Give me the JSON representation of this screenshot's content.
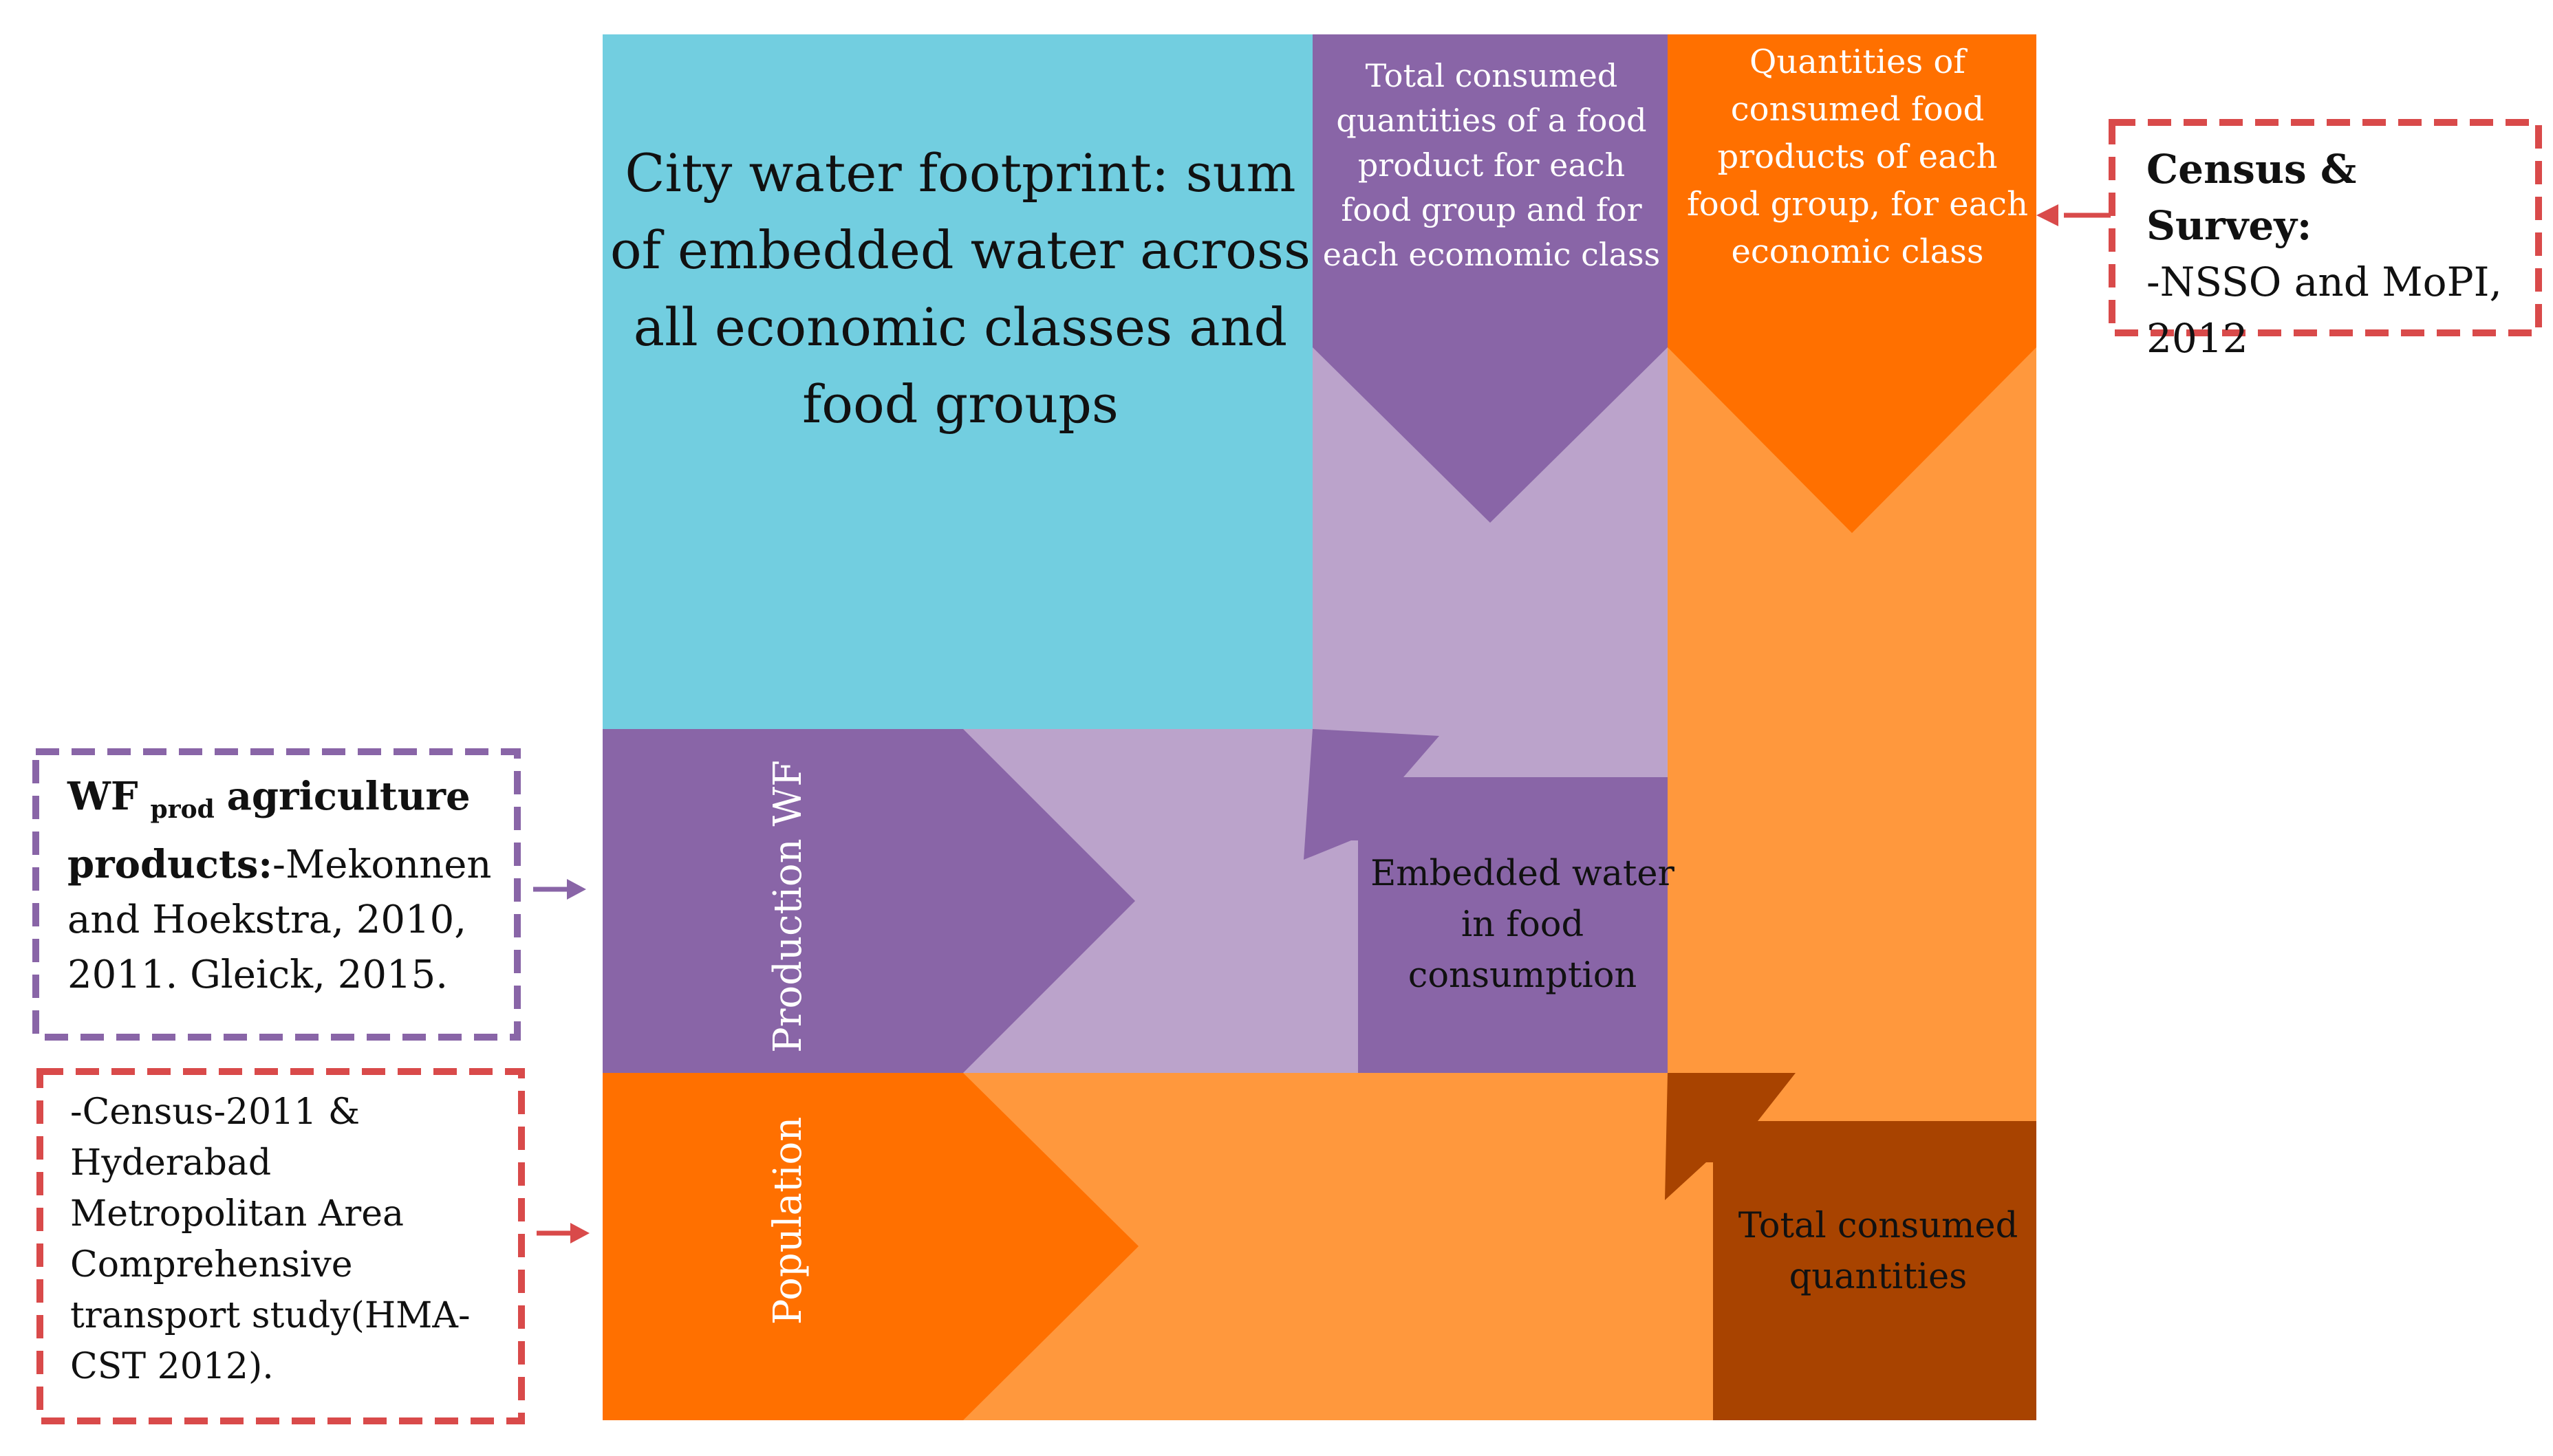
{
  "main": {
    "title": "City water footprint: sum of embedded water across all economic classes and food groups"
  },
  "arrows": {
    "purple_top": "Total consumed quantities of a food product for each food group and for each ecomomic class",
    "orange_top": "Quantities of consumed food products of each food group, for each economic class",
    "production": "Production WF",
    "population": "Population",
    "embedded": "Embedded water in food consumption",
    "total": "Total consumed quantities"
  },
  "sources": {
    "wf": {
      "label_main": "WF",
      "label_sub": "prod",
      "label_rest": "agriculture products:",
      "text": "-Mekonnen and Hoekstra, 2010, 2011. Gleick, 2015."
    },
    "census": {
      "text": "-Census-2011 & Hyderabad Metropolitan Area Comprehensive transport study(HMA-CST 2012)."
    },
    "survey": {
      "label": "Census & Survey:",
      "text": "-NSSO and MoPI, 2012"
    }
  },
  "colors": {
    "teal": "#72CEE0",
    "purple_dark": "#8965A7",
    "purple_light": "#BBA3CB",
    "orange_bright": "#FF7000",
    "orange_light": "#FF983D",
    "brown": "#A84300",
    "purple_dash": "#8965A7",
    "red_dash": "#D94A4A"
  }
}
